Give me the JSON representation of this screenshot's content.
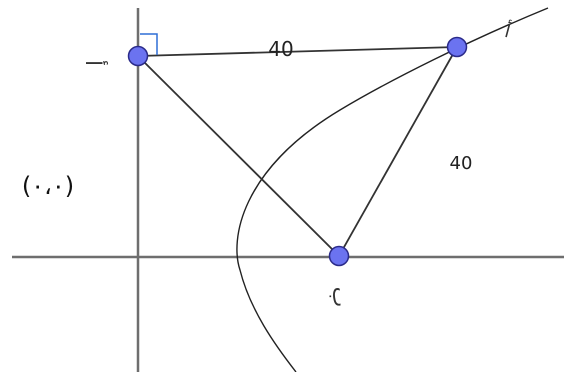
{
  "labels": {
    "point_a": "أ",
    "point_b": "ب",
    "curve": "أ",
    "side_top": "40",
    "side_right": "40",
    "origin": "(٠،٠)"
  },
  "colors": {
    "axis": "#6e6e6e",
    "segment": "#333333",
    "curve": "#222222",
    "point_fill": "#6b73f0",
    "point_stroke": "#2b2b8a",
    "right_angle_marker": "#2f6fd6"
  }
}
